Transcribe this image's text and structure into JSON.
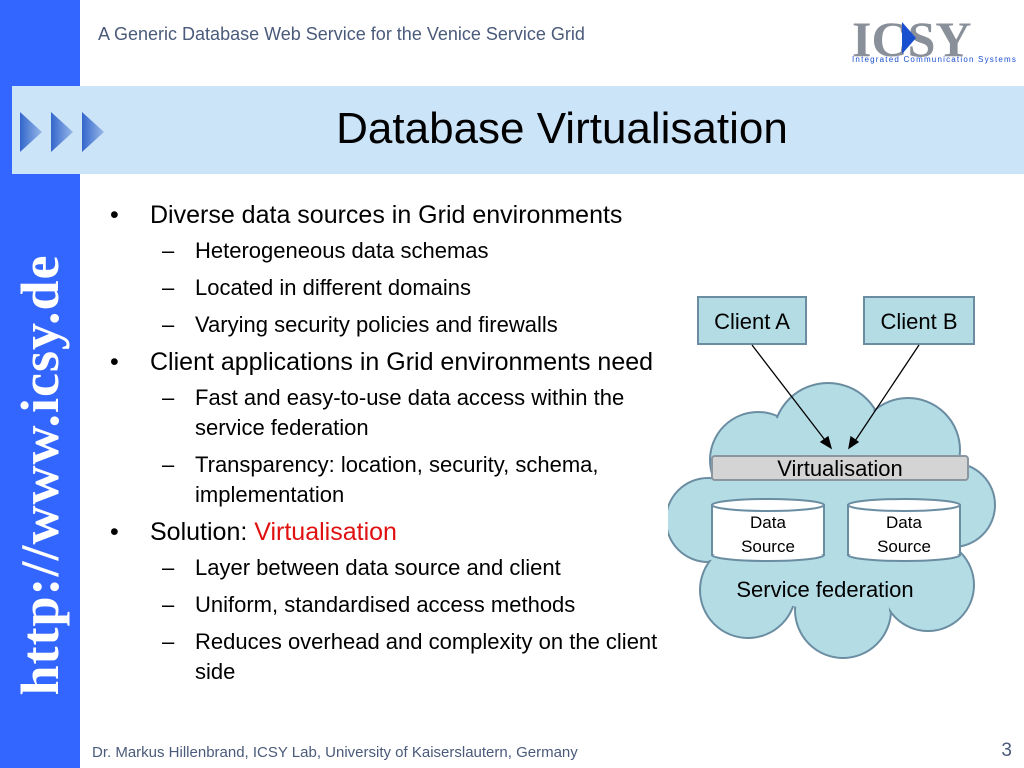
{
  "header": {
    "top_title": "A Generic Database Web Service for the Venice Service Grid",
    "logo_text": "ICSY",
    "logo_subtitle": "Integrated Communication Systems",
    "sidebar_url": "http://www.icsy.de"
  },
  "slide": {
    "title": "Database Virtualisation",
    "bullets": [
      {
        "text": "Diverse data sources in Grid environments",
        "subs": [
          "Heterogeneous data schemas",
          "Located in different domains",
          "Varying security policies and firewalls"
        ]
      },
      {
        "text": "Client applications in Grid environments need",
        "subs": [
          "Fast and easy-to-use data access within the service federation",
          "Transparency: location, security, schema, implementation"
        ]
      },
      {
        "text": "Solution: ",
        "highlight": "Virtualisation",
        "subs": [
          "Layer between data source and client",
          "Uniform, standardised access methods",
          "Reduces overhead and complexity on the client side"
        ]
      }
    ]
  },
  "diagram": {
    "client_a": "Client A",
    "client_b": "Client B",
    "layer": "Virtualisation",
    "source_1_line1": "Data",
    "source_1_line2": "Source",
    "source_2_line1": "Data",
    "source_2_line2": "Source",
    "federation": "Service federation"
  },
  "footer": {
    "author": "Dr. Markus Hillenbrand, ICSY Lab, University of Kaiserslautern, Germany",
    "page_number": "3"
  },
  "colors": {
    "sidebar": "#3366ff",
    "title_band": "#cce4f8",
    "accent_red": "#e01010",
    "diagram_fill": "#b4dce4"
  }
}
